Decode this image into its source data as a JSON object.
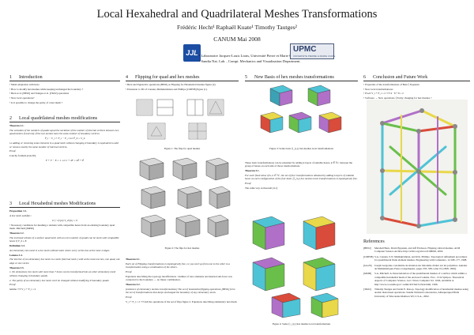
{
  "header": {
    "title": "Local Hexahedral and Quadrilateral Meshes Transformations",
    "authors": "Frédéric Hecht¹ Raphaël Kuate¹ Timothy Tautges²",
    "event": "CANUM   Mai 2008",
    "affiliation_1": "¹ Laboratoire Jacques-Louis Lions, Université Pierre et Marie Curie",
    "affiliation_2": "² Sandia Nat. Lab. , Compt. Mechanics and Visualization Department.",
    "logo_left_text": "JJL",
    "logo_right_text": "UPMC",
    "logo_right_subtext": "UNIVERSITE PIERRE & MARIE CURIE"
  },
  "col1": {
    "s1_num": "1",
    "s1_title": "Introduction",
    "s1_items": [
      "Mesh adaptation with hexa",
      "How to modify hex meshes while keeping unchanged the boundary ?",
      "Bern et al. [BE02] and Tautges et al. [TK02] operations",
      "New local operations?",
      "Is it possible to change the parity of a hex mesh ?"
    ],
    "s2_num": "2",
    "s2_title": "Local quadrilateral meshes modifications",
    "thm21_head": "Theorem 2.1.",
    "thm21_text": "The variation of the numbers of quads equal the variation of the number of internal vertices between two quad meshes if and only if the two meshes have the same number of boundary vertices.",
    "eq1": "Ṽ_i − V_i + F_i − F_i ⟺ Ṽ_b = V_b",
    "remark": "i.e adding or removing some elements in a quad mesh without changing it boundary is equivalent to add or remove exactly the same number of internal vertices.",
    "proof1": "Proof.",
    "euler_line": "Cauchy formula [Gio29]:",
    "eq2": "F + V − E = 1 ⟹ 1 + 4F = 2Ẽ + Ẽ",
    "s3_num": "3",
    "s3_title": "Local Hexahedral meshes Modifications",
    "prop31_head": "Proposition 3.1.",
    "prop31_text": "A hex mesh satisfies :",
    "eq3": "Σ (−1)^{d} V_d^{b} = 0",
    "cond": "Necessary conditions for meshing a domain with compatible hexes from an existing boundary quad mesh. Mitchell [Mit96]",
    "thm32_head": "Theorem 3.2.",
    "thm32_text": "The enclosed volume of a surface quad mesh with an even number of quads can be mesh with compatible hexes if V_b ≥ 8.",
    "def33_head": "Definition 3.3.",
    "def33_text": "An elementary hex mesh is a hex mesh without holes where every vertex has at the most 4 edges.",
    "lem34_head": "Lemma 3.4.",
    "lem34_text": "The interior of an elementary hex mesh is a mesh (internal mesh ) with at the most one hex, one quad, one edge or one vertex.",
    "thm35_head": "Theorem 3.5.",
    "thm35_items": [
      "1. No elementary hex mesh with more than 7 hexes can be transformed into an other elementary mesh without changing it boundary quads.",
      "2. The parity of an elementary hex mesh can't be changed without modifying it boundary quads."
    ],
    "proof2": "Proof.",
    "lemma_line": "lemma ⟹ V_i + F_i = 2"
  },
  "col2": {
    "s4_num": "4",
    "s4_title": "Flipping for quad and hex meshes",
    "s4_items": [
      "Bern and Eppstein's operations [BE02] as Flipping for Hexahedral meshes figure (2).",
      "Extension to 3D of Canann, Muthukrishnan and Phillips [CMP98] figure (1)."
    ],
    "fig1_caption": "Figure 1: The flips for quad meshes",
    "fig2_caption": "Figure 2: The flips for hex meshes",
    "thm41_head": "Theorem 4.1.",
    "thm41_text": "Each set of Flipping transformations is topologically free, i.e you can't go from one to the other to a transformation using a combination of the others.",
    "proof3": "Proof.",
    "proof3_text": "Equations describing the topology modifications : number of new elements and internal sub-faces was connected to the boundary — no linear combination.",
    "thm42_head": "Theorem 4.2.",
    "thm42_text": "(existence of elementary meshes transformations) The set of hexahedral flipping operations [BE02] form the set of transformations that keeps unchanged the boundary of any elementary mesh.",
    "proof4": "Proof.",
    "proof4_text": "V_i + F_i = 2  ⟹  All the operations of the set of flips figure 2. Equations describing elementary hex mesh."
  },
  "col3": {
    "s5_num": "5",
    "s5_title": "New Basis of hex meshes transformations",
    "fig3_caption": "Figure 3: Some basis ⟨⟩_{i,j} hex meshes local transformations",
    "para1": "These basic transformations can be extended by adding k layers of suitable hexes, k ∈ ℕ ; between the group of hexes on each side of those transformations",
    "thm51_head": "Theorem 5.1.",
    "thm51_text": "For each fixed value of k, k ∈ ℕ ; the set of four transformations obtained by adding k layers of suitable hexes on each configuration of the four basis ⟨⟩_{i,j} hex meshes local transformations is topologically free.",
    "proof5": "Proof.",
    "proof5_text": "The same way as theorem (4.1)",
    "fig4_caption": "Figure 4: Some ⟨⟩_{i,j} hex meshes local transformations"
  },
  "col4": {
    "s6_num": "6",
    "s6_title": "Conclusion and Future Work",
    "s6_items": [
      "Properties of the transformations of Bern ⟨ Eppstein",
      "New local transformations:",
      "Proof V_i + F_i = 2 ⟹ 4 · 8 + 8 = 2",
      "Software → New operations ⟨ Parity changing for hex meshes ?"
    ],
    "ref_title": "References",
    "refs": [
      {
        "key": "[BE02]",
        "text": "Marshall Bern, David Eppstein, and Jeff Erickson. Flipping cubical meshes. ACM Computer Science Archive http://arXiv.org/abs/cs/0108020, 2002."
      },
      {
        "key": "[CMP98]",
        "text": "S.A. Canann, S.N. Muthukrishnan, and R.K. Phillips. Topological refinement procedures for quadrilateral finite element meshes. Engineering with Computers, 12:168–177, 1998."
      },
      {
        "key": "[Gio29]",
        "text": "Joseph Gergonne. Géométrie de situation sur théorème d'euler sur les polyèdres. Annales de Mathématiques Pures et Appliquées, pages 333–338, tome 19 (1828–1829)."
      },
      {
        "key": "[Mit96]",
        "text": "S.A. Mitchell. A characterization of the quadrilateral meshes of a surface which admits a compatible hexahedral mesh of the enclosed volume. Proc. 13 th Sympos. Theoretical Aspects of Computer Science, Lect. Notes Computer Sci. 1046, Available at http://www.cs.sandia.gov/~samitch/STACS-final.html, 1996."
      },
      {
        "key": "[TK02]",
        "text": "Timothy Tautges and Sarah E. Knoop. Topology modification of hexahedral meshes using atomic dual-based operations. Sandia National Laboratories, Albuquerque,NM & University of Wisconsin-Madison WI, U.S.A., 2002."
      }
    ]
  },
  "colors": {
    "jjl_blue": "#1b4da3",
    "upmc_navy": "#2c3e6b",
    "rule": "#333333",
    "mesh_gray": "#b9b9b9",
    "cyan": "#4fc3d6",
    "purple": "#b070c8",
    "green": "#6abf4b",
    "yellow": "#e8d84a",
    "red": "#d94b3a"
  }
}
